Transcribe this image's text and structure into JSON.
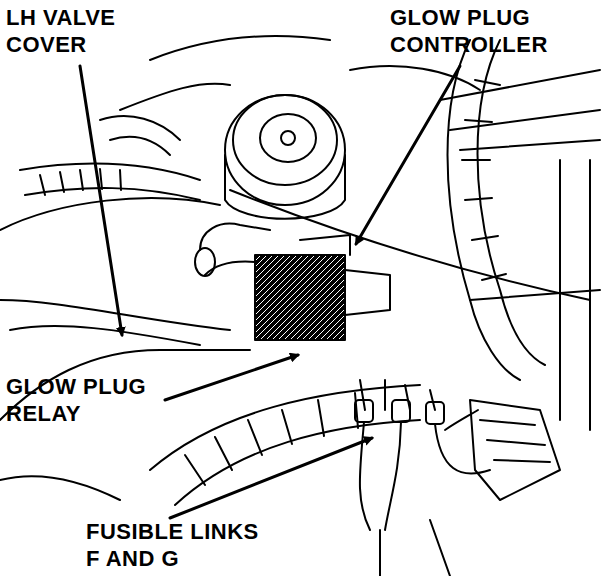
{
  "diagram": {
    "labels": [
      "LH VALVE COVER",
      "GLOW PLUG CONTROLLER",
      "GLOW PLUG RELAY",
      "FUSIBLE LINKS F AND G"
    ]
  }
}
